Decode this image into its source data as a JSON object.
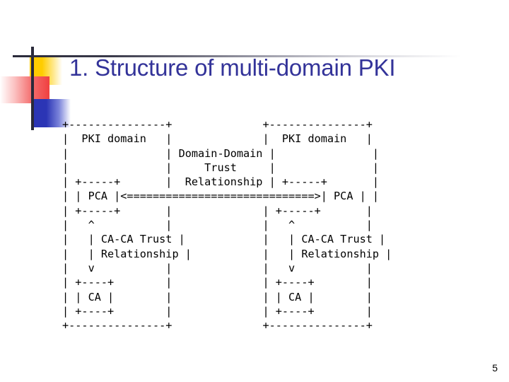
{
  "slide": {
    "title": "1. Structure of multi-domain PKI",
    "title_color": "#333399",
    "page_number": "5",
    "background_color": "#ffffff"
  },
  "decoration": {
    "yellow_color": "#FFCC00",
    "red_color": "#F04040",
    "blue_color": "#2B35B5",
    "line_color": "#2A2A3A"
  },
  "diagram": {
    "type": "ascii-art",
    "labels": {
      "left_domain": "PKI domain",
      "right_domain": "PKI domain",
      "left_pca": "PCA",
      "right_pca": "PCA",
      "left_ca": "CA",
      "right_ca": "CA",
      "domain_trust_line1": "Domain-Domain",
      "domain_trust_line2": "Trust",
      "domain_trust_line3": "Relationship",
      "left_ca_trust_line1": "CA-CA Trust",
      "left_ca_trust_line2": "Relationship",
      "right_ca_trust_line1": "CA-CA Trust",
      "right_ca_trust_line2": "Relationship"
    },
    "text": "+---------------+              +---------------+\n|  PKI domain   |              |  PKI domain   |\n|               | Domain-Domain |               |\n|               |     Trust     |               |\n| +-----+       |  Relationship | +-----+       |\n| | PCA |<=============================>| PCA | |\n| +-----+       |              | +-----+       |\n|   ^           |              |   ^           |\n|   | CA-CA Trust |            |   | CA-CA Trust |\n|   | Relationship |           |   | Relationship |\n|   v           |              |   v           |\n| +----+        |              | +----+        |\n| | CA |        |              | | CA |        |\n| +----+        |              | +----+        |\n+---------------+              +---------------+"
  }
}
